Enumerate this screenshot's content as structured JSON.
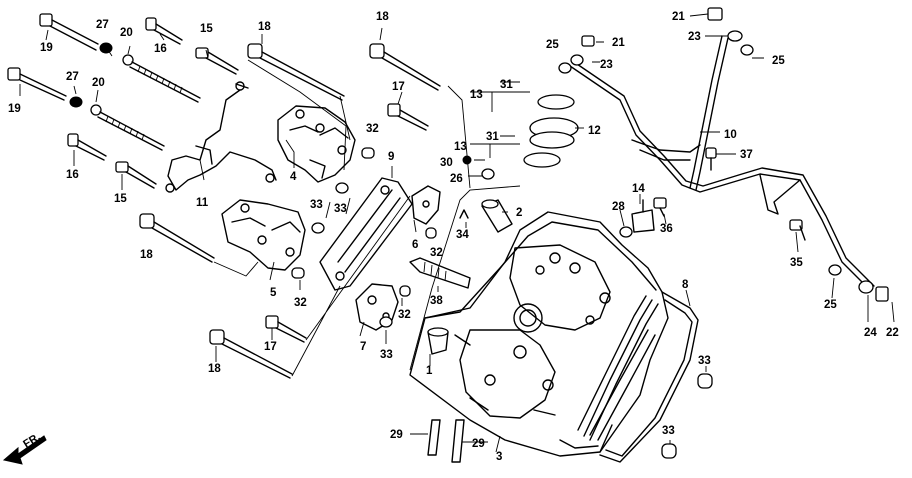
{
  "callouts": [
    {
      "id": "c19a",
      "text": "19"
    },
    {
      "id": "c27a",
      "text": "27"
    },
    {
      "id": "c20a",
      "text": "20"
    },
    {
      "id": "c16a",
      "text": "16"
    },
    {
      "id": "c15a",
      "text": "15"
    },
    {
      "id": "c18a",
      "text": "18"
    },
    {
      "id": "c19b",
      "text": "19"
    },
    {
      "id": "c27b",
      "text": "27"
    },
    {
      "id": "c20b",
      "text": "20"
    },
    {
      "id": "c16b",
      "text": "16"
    },
    {
      "id": "c15b",
      "text": "15"
    },
    {
      "id": "c11",
      "text": "11"
    },
    {
      "id": "c4",
      "text": "4"
    },
    {
      "id": "c32a",
      "text": "32"
    },
    {
      "id": "c9",
      "text": "9"
    },
    {
      "id": "c18b",
      "text": "18"
    },
    {
      "id": "c17a",
      "text": "17"
    },
    {
      "id": "c13a",
      "text": "13"
    },
    {
      "id": "c31a",
      "text": "31"
    },
    {
      "id": "c13b",
      "text": "13"
    },
    {
      "id": "c31b",
      "text": "31"
    },
    {
      "id": "c12",
      "text": "12"
    },
    {
      "id": "c30",
      "text": "30"
    },
    {
      "id": "c26",
      "text": "26"
    },
    {
      "id": "c25a",
      "text": "25"
    },
    {
      "id": "c21a",
      "text": "21"
    },
    {
      "id": "c23a",
      "text": "23"
    },
    {
      "id": "c21b",
      "text": "21"
    },
    {
      "id": "c23b",
      "text": "23"
    },
    {
      "id": "c25b",
      "text": "25"
    },
    {
      "id": "c10",
      "text": "10"
    },
    {
      "id": "c37",
      "text": "37"
    },
    {
      "id": "c14",
      "text": "14"
    },
    {
      "id": "c28",
      "text": "28"
    },
    {
      "id": "c36",
      "text": "36"
    },
    {
      "id": "c35",
      "text": "35"
    },
    {
      "id": "c2",
      "text": "2"
    },
    {
      "id": "c34",
      "text": "34"
    },
    {
      "id": "c6",
      "text": "6"
    },
    {
      "id": "c32b",
      "text": "32"
    },
    {
      "id": "c33a",
      "text": "33"
    },
    {
      "id": "c33b",
      "text": "33"
    },
    {
      "id": "c18c",
      "text": "18"
    },
    {
      "id": "c5",
      "text": "5"
    },
    {
      "id": "c32c",
      "text": "32"
    },
    {
      "id": "c38",
      "text": "38"
    },
    {
      "id": "c32d",
      "text": "32"
    },
    {
      "id": "c7",
      "text": "7"
    },
    {
      "id": "c33c",
      "text": "33"
    },
    {
      "id": "c17b",
      "text": "17"
    },
    {
      "id": "c18d",
      "text": "18"
    },
    {
      "id": "c1",
      "text": "1"
    },
    {
      "id": "c8",
      "text": "8"
    },
    {
      "id": "c33d",
      "text": "33"
    },
    {
      "id": "c33e",
      "text": "33"
    },
    {
      "id": "c25c",
      "text": "25"
    },
    {
      "id": "c24",
      "text": "24"
    },
    {
      "id": "c22",
      "text": "22"
    },
    {
      "id": "c29a",
      "text": "29"
    },
    {
      "id": "c29b",
      "text": "29"
    },
    {
      "id": "c3",
      "text": "3"
    }
  ],
  "direction_marker": {
    "text": "FR."
  }
}
